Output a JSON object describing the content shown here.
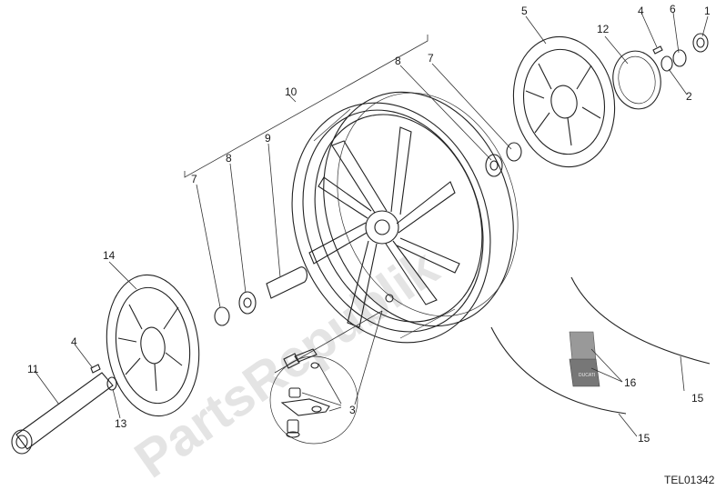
{
  "diagram": {
    "drawing_code": "TEL01342",
    "watermark": "PartsRepublik",
    "callouts": {
      "c1": "1",
      "c2": "2",
      "c3": "3",
      "c4a": "4",
      "c4b": "4",
      "c5": "5",
      "c6": "6",
      "c7a": "7",
      "c7b": "7",
      "c8a": "8",
      "c8b": "8",
      "c9": "9",
      "c10": "10",
      "c11": "11",
      "c12": "12",
      "c13": "13",
      "c14": "14",
      "c15a": "15",
      "c15b": "15",
      "c16": "16"
    },
    "decal_text": "DUCATI"
  }
}
